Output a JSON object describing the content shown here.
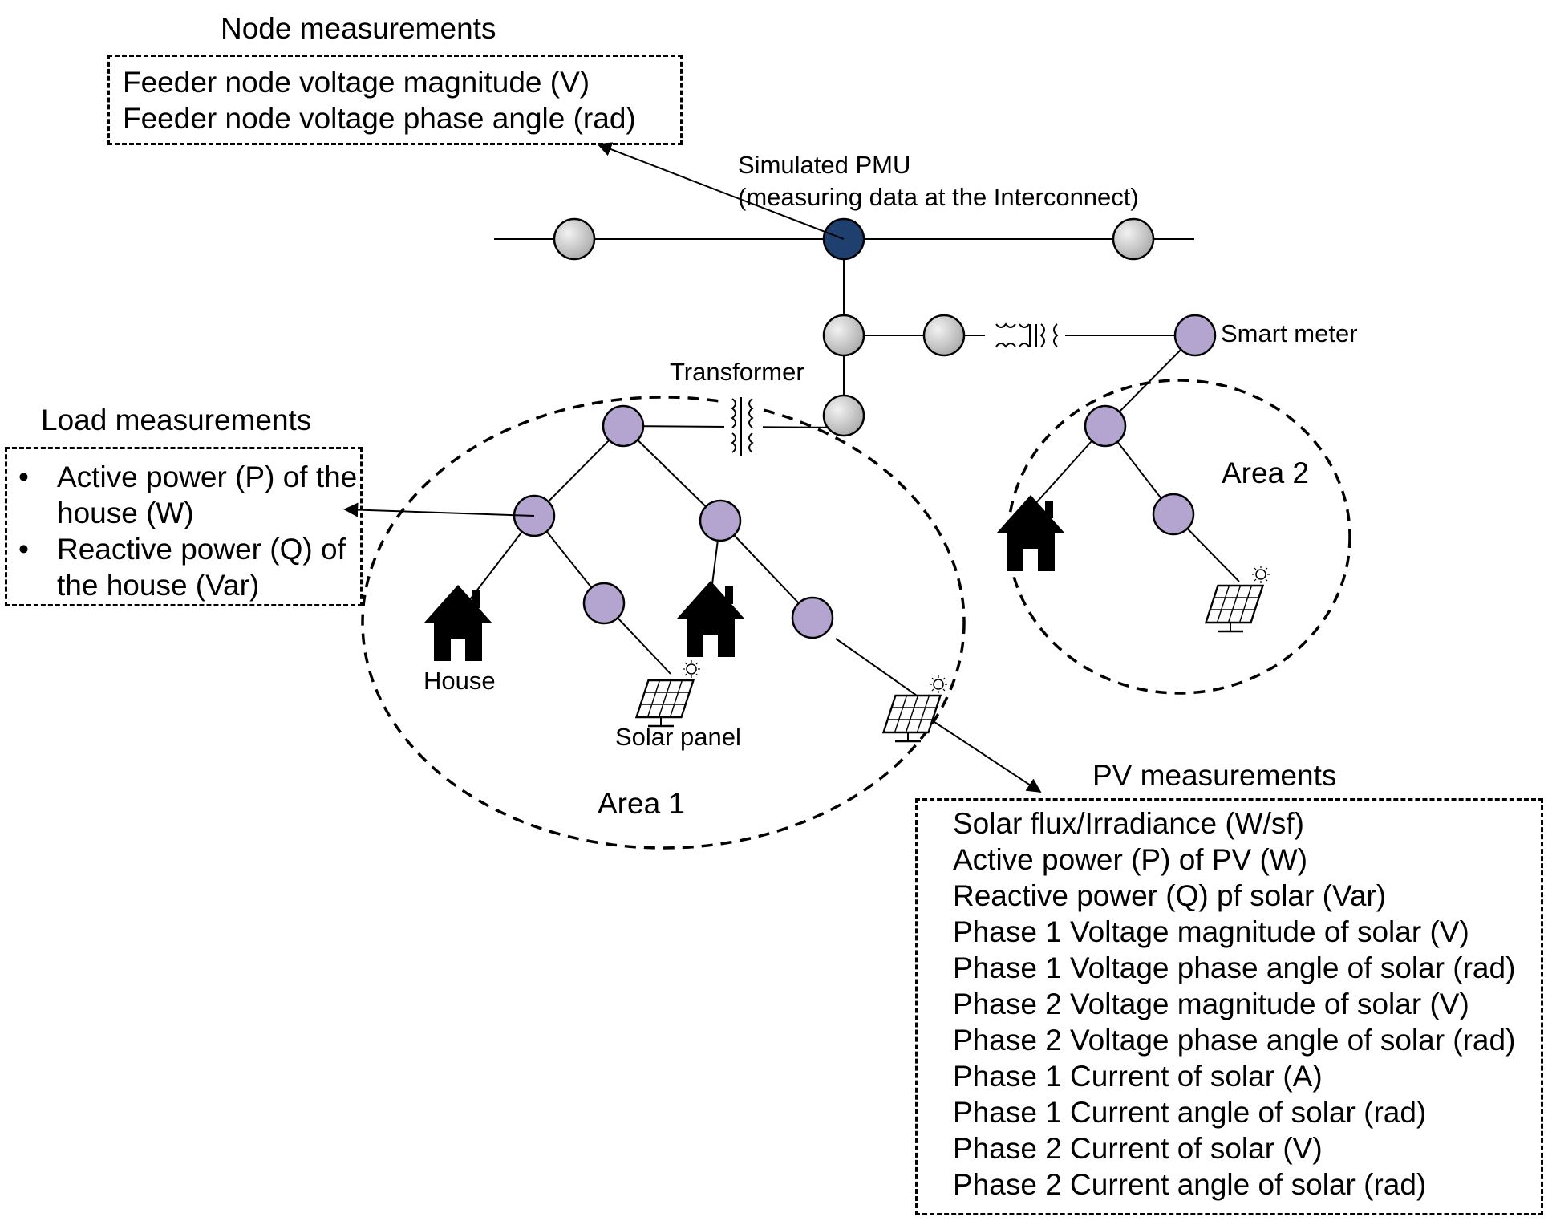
{
  "node_box": {
    "title": "Node measurements",
    "lines": [
      "Feeder node voltage magnitude (V)",
      "Feeder node voltage phase angle (rad)"
    ]
  },
  "load_box": {
    "title": "Load measurements",
    "bullet": "•",
    "lines": [
      "Active power (P) of the",
      "house (W)",
      "Reactive power (Q) of",
      "the house (Var)"
    ]
  },
  "pv_box": {
    "title": "PV measurements",
    "lines": [
      "Solar flux/Irradiance (W/sf)",
      "Active power (P) of PV (W)",
      "Reactive power (Q) pf solar (Var)",
      "Phase 1 Voltage magnitude of  solar (V)",
      "Phase 1 Voltage phase angle of solar (rad)",
      "Phase 2 Voltage magnitude of  solar (V)",
      "Phase 2 Voltage phase angle of solar (rad)",
      "Phase 1 Current of  solar (A)",
      "Phase 1 Current angle of solar (rad)",
      "Phase 2 Current of  solar (V)",
      "Phase 2 Current angle of solar (rad)"
    ]
  },
  "labels": {
    "pmu_line1": "Simulated PMU",
    "pmu_line2": "(measuring data at the Interconnect)",
    "smart_meter": "Smart meter",
    "transformer": "Transformer",
    "area1": "Area 1",
    "area2": "Area 2",
    "house": "House",
    "solar_panel": "Solar panel"
  },
  "colors": {
    "pmu_node": "#1f3f6e",
    "grey_node": "#c8c8c8",
    "purple_node": "#b3a5cf"
  }
}
